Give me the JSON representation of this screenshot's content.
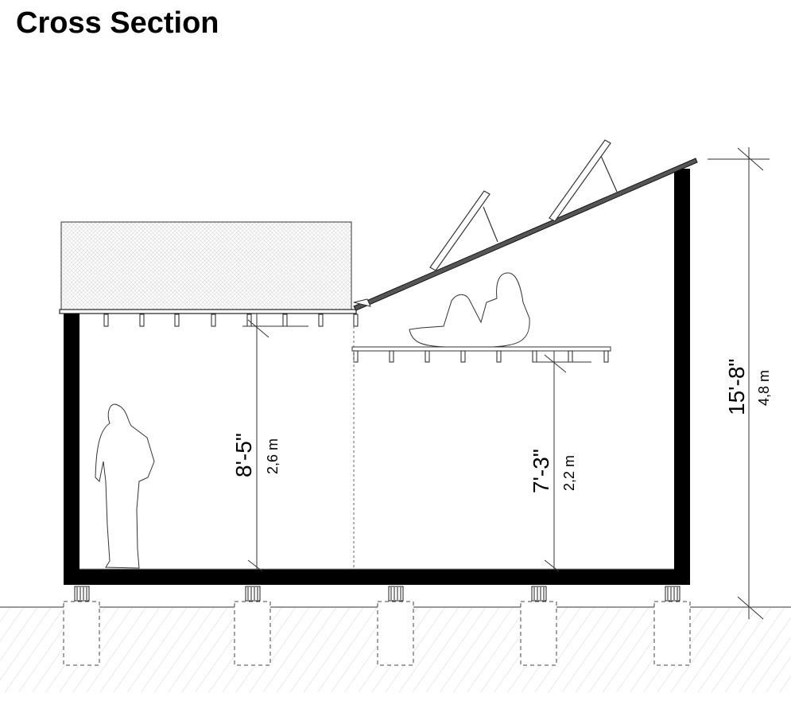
{
  "title": "Cross Section",
  "dimensions": {
    "main_room": {
      "imperial": "8'-5\"",
      "metric": "2,6 m"
    },
    "under_loft": {
      "imperial": "7'-3\"",
      "metric": "2,2 m"
    },
    "total_height": {
      "imperial": "15'-8\"",
      "metric": "4,8 m"
    }
  },
  "colors": {
    "wall": "#000000",
    "line": "#333333",
    "hatch": "#bbbbbb"
  }
}
